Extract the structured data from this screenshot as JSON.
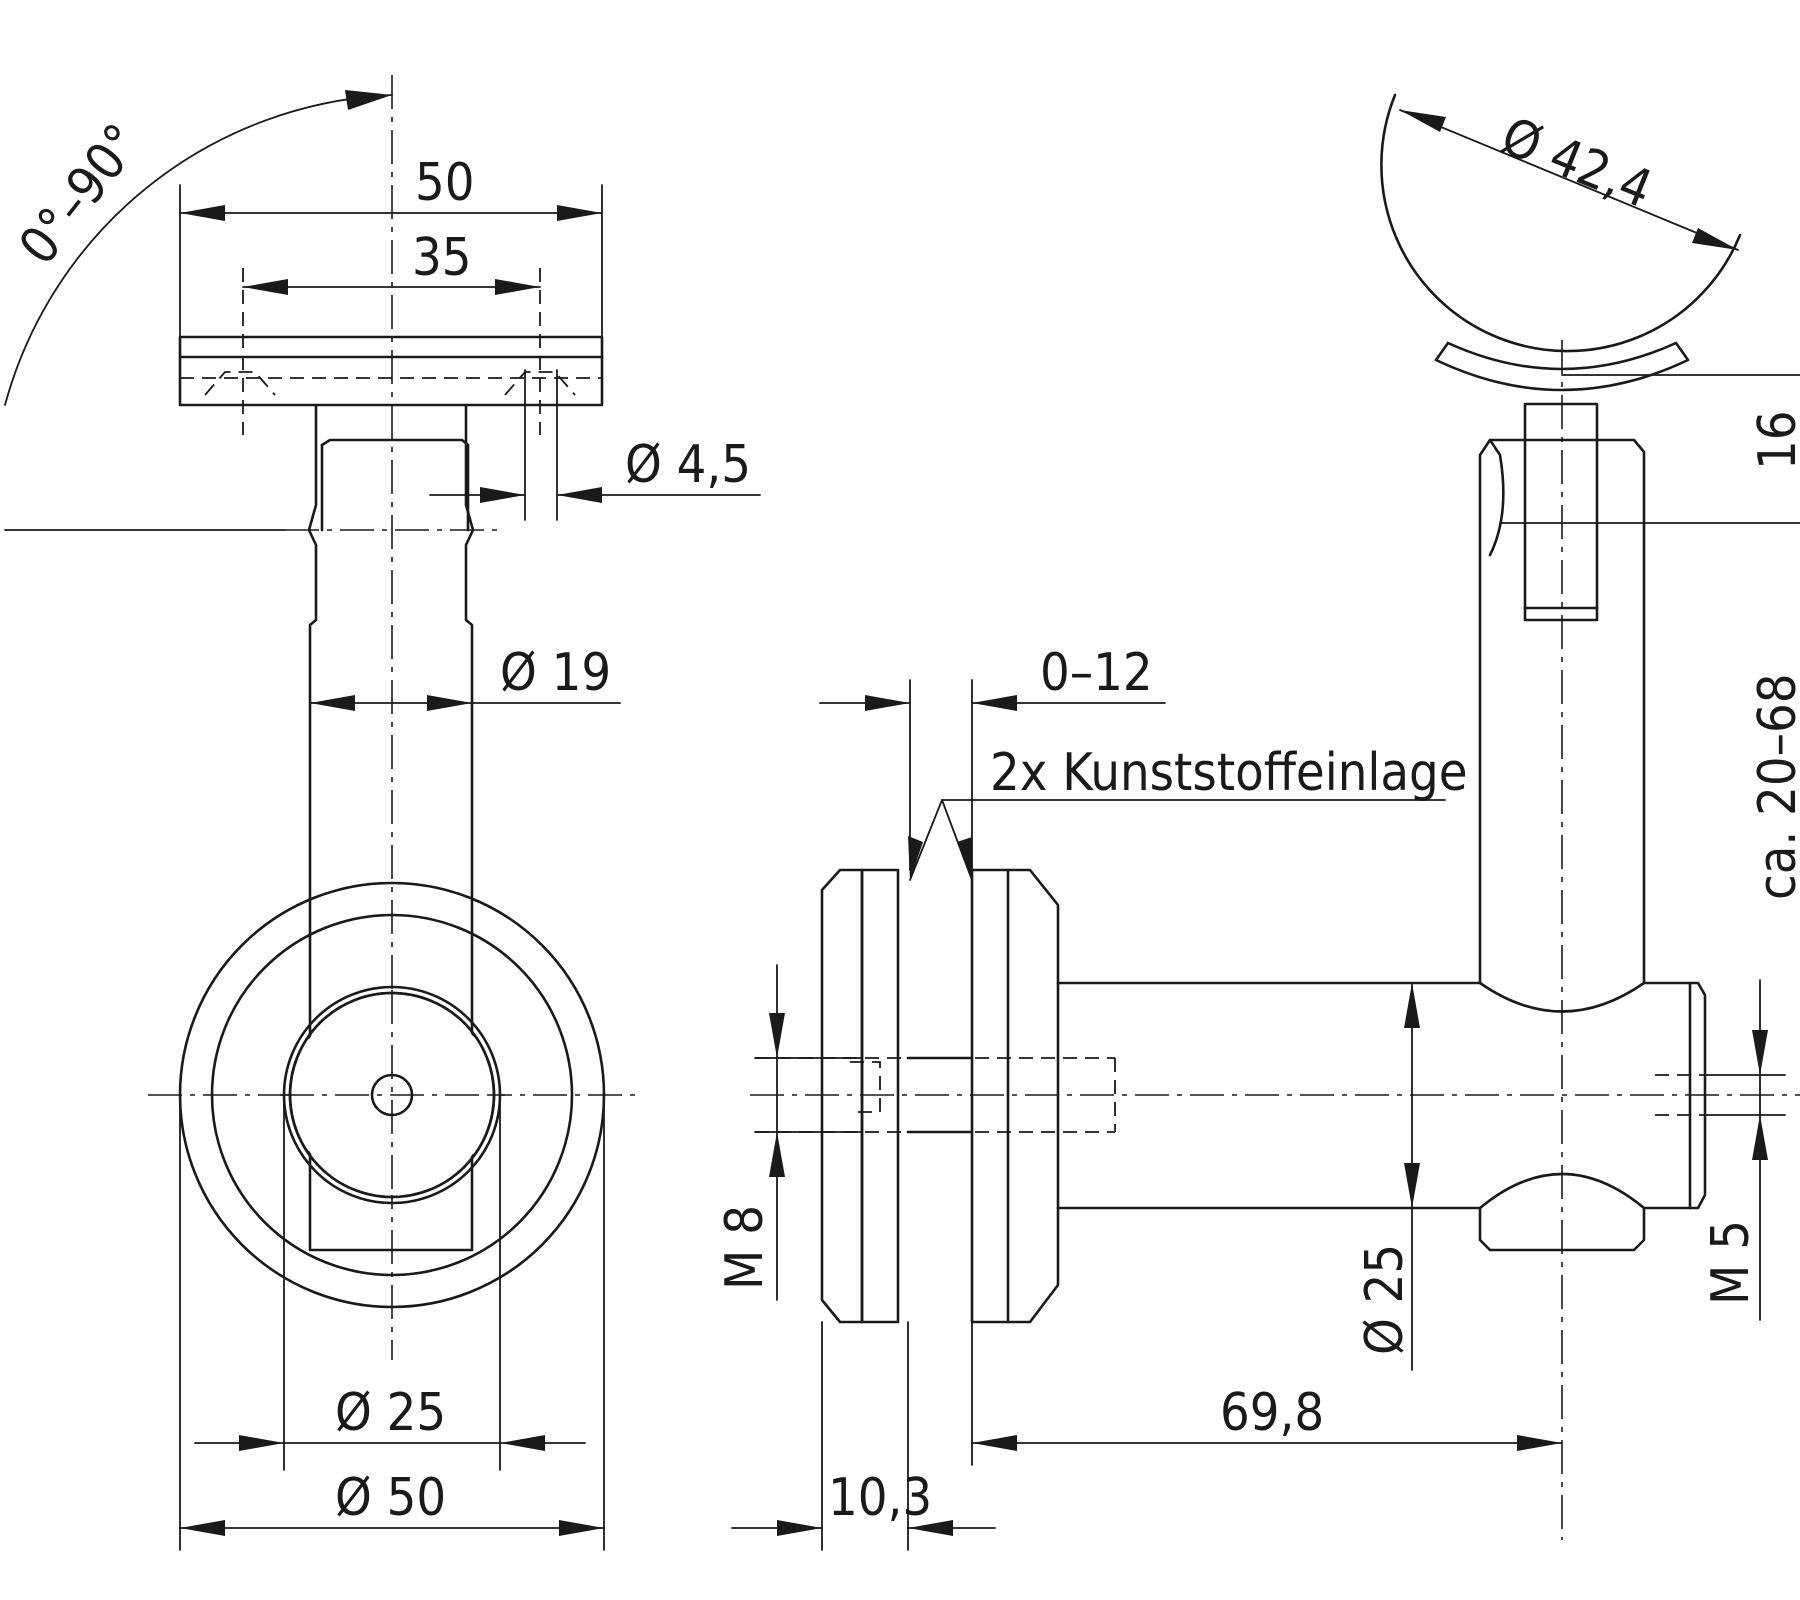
{
  "dimensions": {
    "angle": "0°–90°",
    "plate_width": "50",
    "hole_spacing": "35",
    "hole_diameter": "Ø 4,5",
    "post_diameter": "Ø 19",
    "disc_inner_diameter": "Ø 25",
    "disc_outer_diameter": "Ø 50",
    "glass_gap": "0–12",
    "insert_note": "2x Kunststoffeinlage",
    "thread_left": "M 8",
    "disc_thickness": "10,3",
    "arm_diameter": "Ø 25",
    "arm_length": "69,8",
    "thread_right": "M 5",
    "rail_diameter": "Ø 42,4",
    "height_16": "16",
    "height_range": "ca. 20–68"
  },
  "colors": {
    "line": "#1a1a1a",
    "background": "#ffffff"
  }
}
